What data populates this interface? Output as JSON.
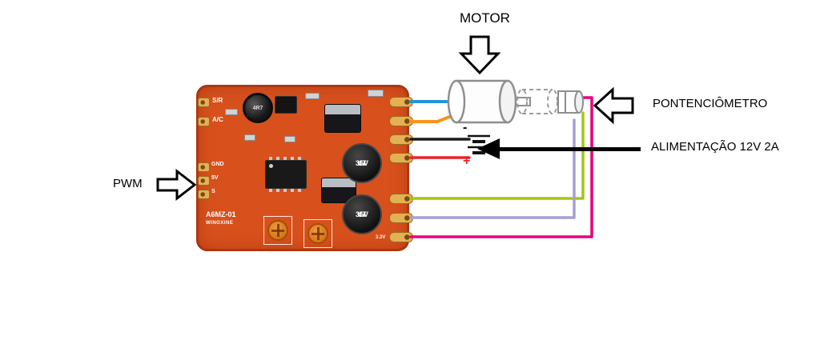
{
  "diagram": {
    "labels": {
      "motor": "MOTOR",
      "potentiometer": "PONTENCIÔMETRO",
      "power": "ALIMENTAÇÃO 12V 2A",
      "pwm": "PWM"
    },
    "battery": {
      "minus": "-",
      "plus": "+"
    }
  },
  "board": {
    "model": "A6MZ-01",
    "brand": "WINGXINE",
    "inductor": "4R7",
    "pins_top": [
      "S/R",
      "A/C"
    ],
    "pins_mid": [
      "GND",
      "5V",
      "S"
    ],
    "capacitor": [
      "47",
      "35V",
      "VT"
    ],
    "small_label": "3.3V",
    "colors": {
      "pcb": "#d8511d"
    }
  },
  "wires": {
    "motor_blue": "#2196d3",
    "motor_orange": "#f7941d",
    "power_black": "#1c1c1c",
    "power_red": "#e8232a",
    "pot_green": "#a3c613",
    "pot_purple": "#a79fd0",
    "pot_magenta": "#e6007e"
  }
}
